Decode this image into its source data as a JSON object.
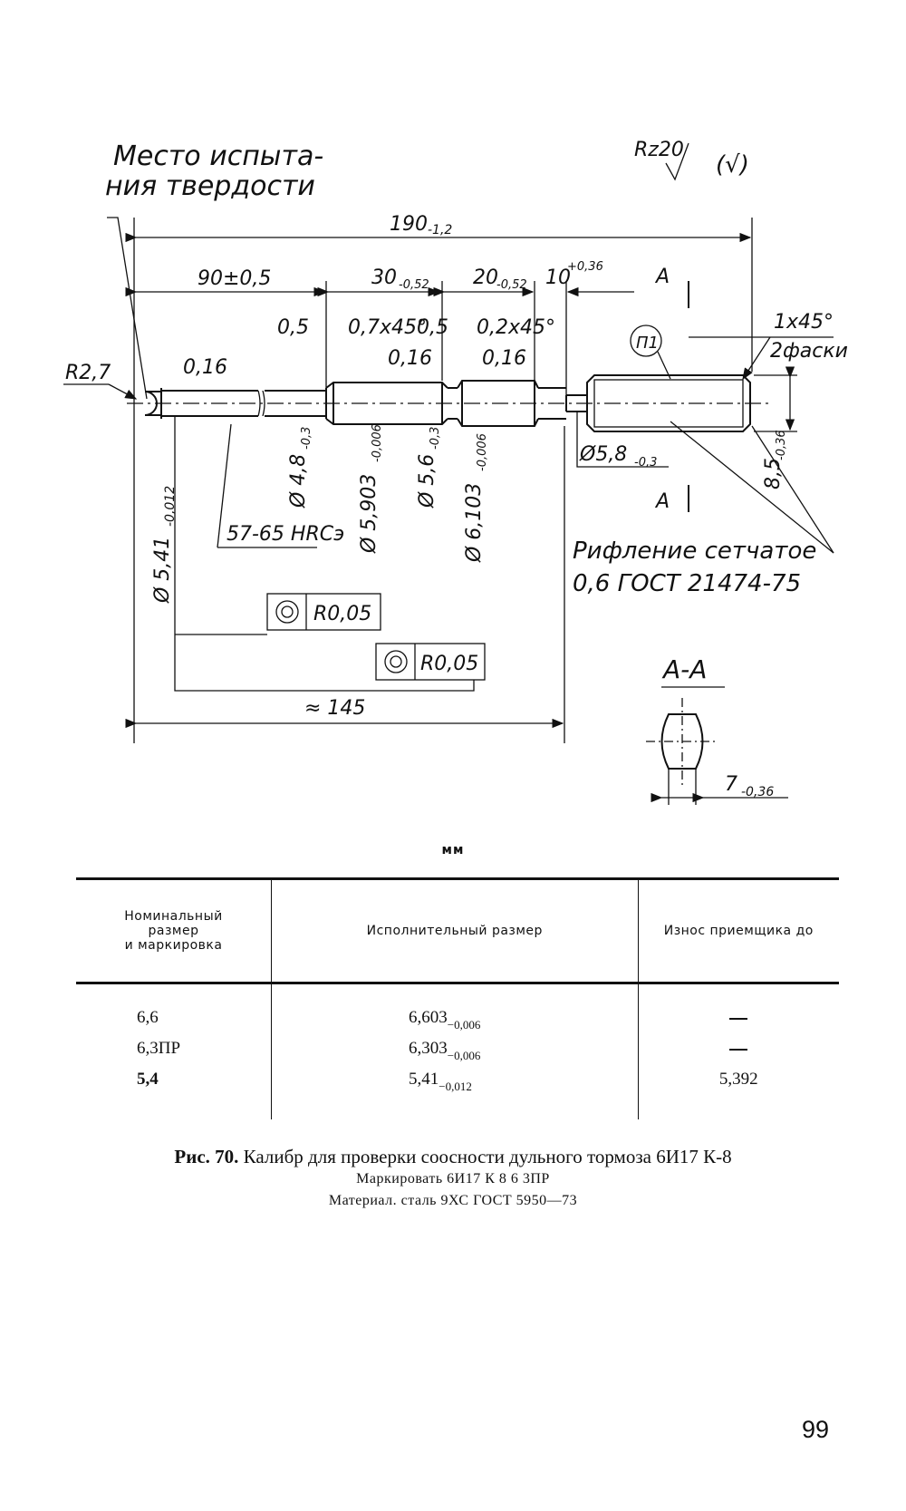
{
  "drawing": {
    "hardness_note_line1": "Место испыта-",
    "hardness_note_line2": "ния твердости",
    "roughness": "Rz20",
    "roughness_other": "(√)",
    "dims": {
      "overall": "190",
      "overall_tol": "-1,2",
      "d90": "90±0,5",
      "d30": "30",
      "d30_tol": "-0,52",
      "d20": "20",
      "d20_tol": "-0,52",
      "d10": "10",
      "d10_tol": "+0,36",
      "section_mark_top": "A",
      "section_mark_bottom": "A",
      "chamfer_1x45": "1x45°",
      "chamfer_count": "2фаски",
      "radius_tip": "R2,7",
      "g016_1": "0,16",
      "g05_1": "0,5",
      "chamfer_07x45": "0,7x45°",
      "g05_2": "0,5",
      "chamfer_02x45": "0,2x45°",
      "g016_2": "0,16",
      "g016_3": "0,16",
      "p1": "П1",
      "dia_48": "Ø 4,8",
      "dia_48_tol": "-0,3",
      "dia_5903": "Ø 5,903",
      "dia_5903_tol": "-0,006",
      "dia_56": "Ø 5,6",
      "dia_56_tol": "-0,3",
      "dia_6103": "Ø 6,103",
      "dia_6103_tol": "-0,006",
      "dia_541": "Ø 5,41",
      "dia_541_tol": "-0,012",
      "dia_58": "Ø5,8",
      "dia_58_tol": "-0,3",
      "d85": "8,5",
      "d85_tol": "-0,36",
      "hardness": "57-65 HRCэ",
      "knurl_line1": "Рифление сетчатое",
      "knurl_line2": "0,6 ГОСТ 21474-75",
      "runout_1": "R0,05",
      "runout_2": "R0,05",
      "approx_145": "≈ 145",
      "section_title": "A-A",
      "d7": "7",
      "d7_tol": "-0,36"
    }
  },
  "units_label": "мм",
  "table": {
    "headers": {
      "col1_line1": "Номинальный",
      "col1_line2": "размер",
      "col1_line3": "и маркировка",
      "col2": "Исполнительный размер",
      "col3": "Износ приемщика до"
    },
    "rows": [
      {
        "nominal": "6,6",
        "size": "6,603",
        "size_tol": "−0,006",
        "wear": ""
      },
      {
        "nominal": "6,3ПР",
        "size": "6,303",
        "size_tol": "−0,006",
        "wear": ""
      },
      {
        "nominal": "5,4",
        "size": "5,41",
        "size_tol": "−0,012",
        "wear": "5,392"
      }
    ]
  },
  "caption": {
    "fig_label": "Рис. 70.",
    "title": "Калибр для проверки соосности дульного тормоза 6И17 К-8",
    "marking": "Маркировать 6И17 К 8 6 3ПР",
    "material": "Материал. сталь 9ХС ГОСТ 5950—73"
  },
  "page_number": "99"
}
